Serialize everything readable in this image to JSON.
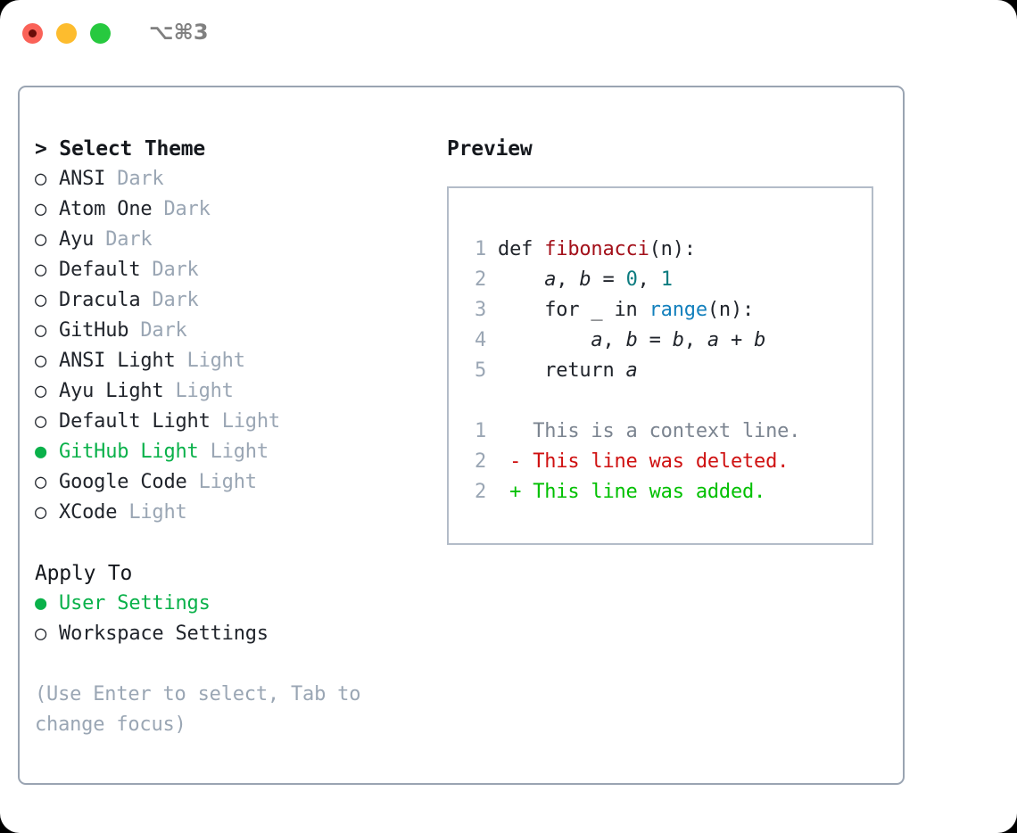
{
  "window": {
    "shortcut": "⌥⌘3",
    "traffic_lights": [
      {
        "name": "close",
        "color": "#fa6258"
      },
      {
        "name": "minimize",
        "color": "#fdbc2e"
      },
      {
        "name": "maximize",
        "color": "#27c93f"
      }
    ]
  },
  "theme_picker": {
    "header": "> Select Theme",
    "selected_bullet": "●",
    "unselected_bullet": "○",
    "items": [
      {
        "bullet": "○",
        "label": "ANSI",
        "variant": "Dark",
        "selected": false
      },
      {
        "bullet": "○",
        "label": "Atom One",
        "variant": "Dark",
        "selected": false
      },
      {
        "bullet": "○",
        "label": "Ayu",
        "variant": "Dark",
        "selected": false
      },
      {
        "bullet": "○",
        "label": "Default",
        "variant": "Dark",
        "selected": false
      },
      {
        "bullet": "○",
        "label": "Dracula",
        "variant": "Dark",
        "selected": false
      },
      {
        "bullet": "○",
        "label": "GitHub",
        "variant": "Dark",
        "selected": false
      },
      {
        "bullet": "○",
        "label": "ANSI Light",
        "variant": "Light",
        "selected": false
      },
      {
        "bullet": "○",
        "label": "Ayu Light",
        "variant": "Light",
        "selected": false
      },
      {
        "bullet": "○",
        "label": "Default Light",
        "variant": "Light",
        "selected": false
      },
      {
        "bullet": "●",
        "label": "GitHub Light",
        "variant": "Light",
        "selected": true
      },
      {
        "bullet": "○",
        "label": "Google Code",
        "variant": "Light",
        "selected": false
      },
      {
        "bullet": "○",
        "label": "XCode",
        "variant": "Light",
        "selected": false
      }
    ]
  },
  "apply_to": {
    "header": "Apply To",
    "items": [
      {
        "bullet": "●",
        "label": "User Settings",
        "selected": true
      },
      {
        "bullet": "○",
        "label": "Workspace Settings",
        "selected": false
      }
    ]
  },
  "hint": "(Use Enter to select, Tab to change focus)",
  "preview": {
    "title": "Preview",
    "code_lines": [
      {
        "lineno": "1",
        "tokens": [
          {
            "text": "def ",
            "kind": "plain"
          },
          {
            "text": "fibonacci",
            "kind": "func"
          },
          {
            "text": "(n):",
            "kind": "plain"
          }
        ]
      },
      {
        "lineno": "2",
        "tokens": [
          {
            "text": "    ",
            "kind": "plain"
          },
          {
            "text": "a",
            "kind": "var"
          },
          {
            "text": ", ",
            "kind": "plain"
          },
          {
            "text": "b",
            "kind": "var"
          },
          {
            "text": " = ",
            "kind": "plain"
          },
          {
            "text": "0",
            "kind": "num"
          },
          {
            "text": ", ",
            "kind": "plain"
          },
          {
            "text": "1",
            "kind": "num"
          }
        ]
      },
      {
        "lineno": "3",
        "tokens": [
          {
            "text": "    for _ in ",
            "kind": "plain"
          },
          {
            "text": "range",
            "kind": "builtin"
          },
          {
            "text": "(n):",
            "kind": "plain"
          }
        ]
      },
      {
        "lineno": "4",
        "tokens": [
          {
            "text": "        ",
            "kind": "plain"
          },
          {
            "text": "a",
            "kind": "var"
          },
          {
            "text": ", ",
            "kind": "plain"
          },
          {
            "text": "b",
            "kind": "var"
          },
          {
            "text": " = ",
            "kind": "plain"
          },
          {
            "text": "b",
            "kind": "var"
          },
          {
            "text": ", ",
            "kind": "plain"
          },
          {
            "text": "a",
            "kind": "var"
          },
          {
            "text": " + ",
            "kind": "plain"
          },
          {
            "text": "b",
            "kind": "var"
          }
        ]
      },
      {
        "lineno": "5",
        "tokens": [
          {
            "text": "    return ",
            "kind": "plain"
          },
          {
            "text": "a",
            "kind": "var"
          }
        ]
      }
    ],
    "diff_lines": [
      {
        "lineno": "1",
        "marker": "  ",
        "text": "This is a context line.",
        "kind": "ctx"
      },
      {
        "lineno": "2",
        "marker": "- ",
        "text": "This line was deleted.",
        "kind": "del"
      },
      {
        "lineno": "2",
        "marker": "+ ",
        "text": "This line was added.",
        "kind": "add"
      }
    ]
  },
  "colors": {
    "accent_green": "#0ab14a",
    "muted": "#9aa6b4",
    "panel_border": "#9aa4b2",
    "preview_border": "#b3bcc8",
    "syntax_function": "#a3101a",
    "syntax_number": "#0d7c80",
    "syntax_builtin": "#1380bd",
    "diff_delete": "#cf1111",
    "diff_add": "#00c000",
    "diff_context": "#7b8490"
  }
}
